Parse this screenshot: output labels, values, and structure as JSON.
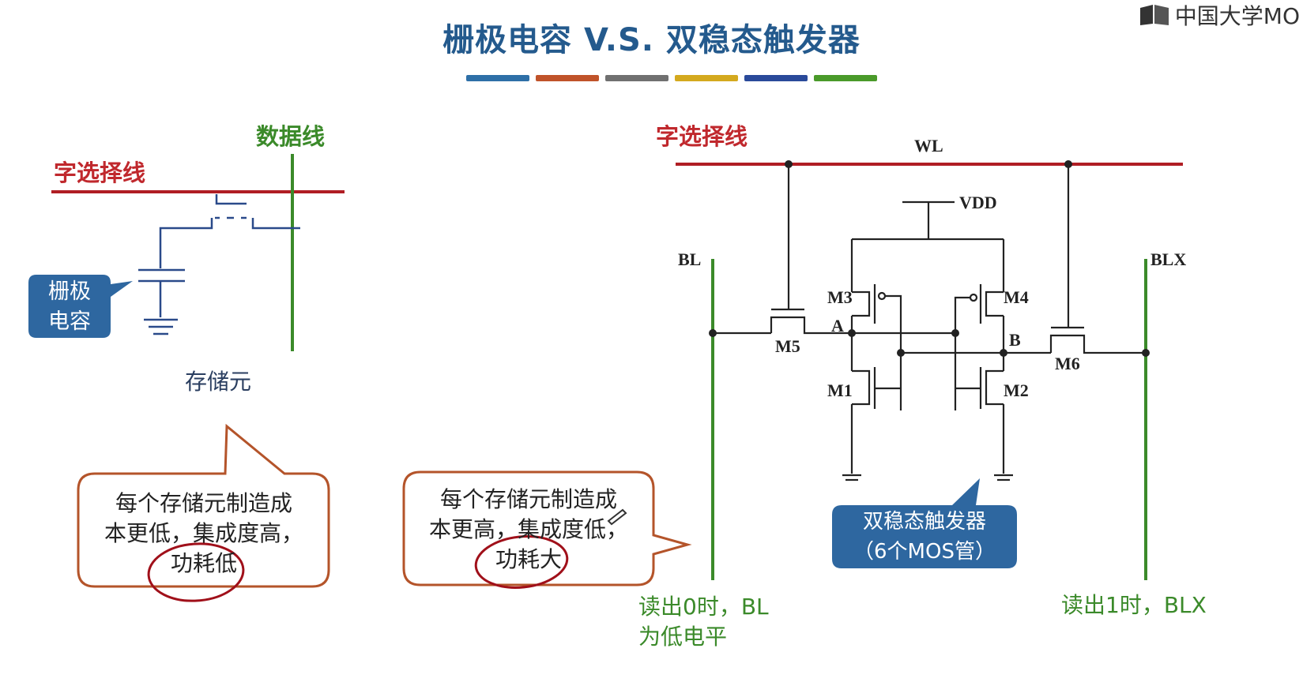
{
  "title": "栅极电容 V.S. 双稳态触发器",
  "logo_text": "中国大学MO",
  "accent_bars": [
    "#2e6fa7",
    "#c0532a",
    "#707070",
    "#d4a91e",
    "#2a4a9a",
    "#4a9a2a"
  ],
  "left": {
    "word_select_line": "字选择线",
    "data_line": "数据线",
    "gate_cap_box": [
      "栅极",
      "电容"
    ],
    "storage_cell": "存储元",
    "callout": [
      "每个存储元制造成",
      "本更低，集成度高，",
      "功耗低"
    ]
  },
  "right": {
    "word_select_line": "字选择线",
    "WL": "WL",
    "VDD": "VDD",
    "BL": "BL",
    "BLX": "BLX",
    "transistors": [
      "M1",
      "M2",
      "M3",
      "M4",
      "M5",
      "M6"
    ],
    "node_A": "A",
    "node_B": "B",
    "flipflop_box": [
      "双稳态触发器",
      "（6个MOS管）"
    ],
    "callout": [
      "每个存储元制造成",
      "本更高，集成度低，",
      "功耗大"
    ],
    "read0_note": [
      "读出0时，BL",
      "为低电平"
    ],
    "read1_note": "读出1时，BLX"
  },
  "colors": {
    "title": "#245a8d",
    "red_line": "#b01e24",
    "green_line": "#3b8a2a",
    "blue_box": "#2e67a0",
    "callout_border": "#b4542a",
    "circle_mark": "#a0101a"
  }
}
